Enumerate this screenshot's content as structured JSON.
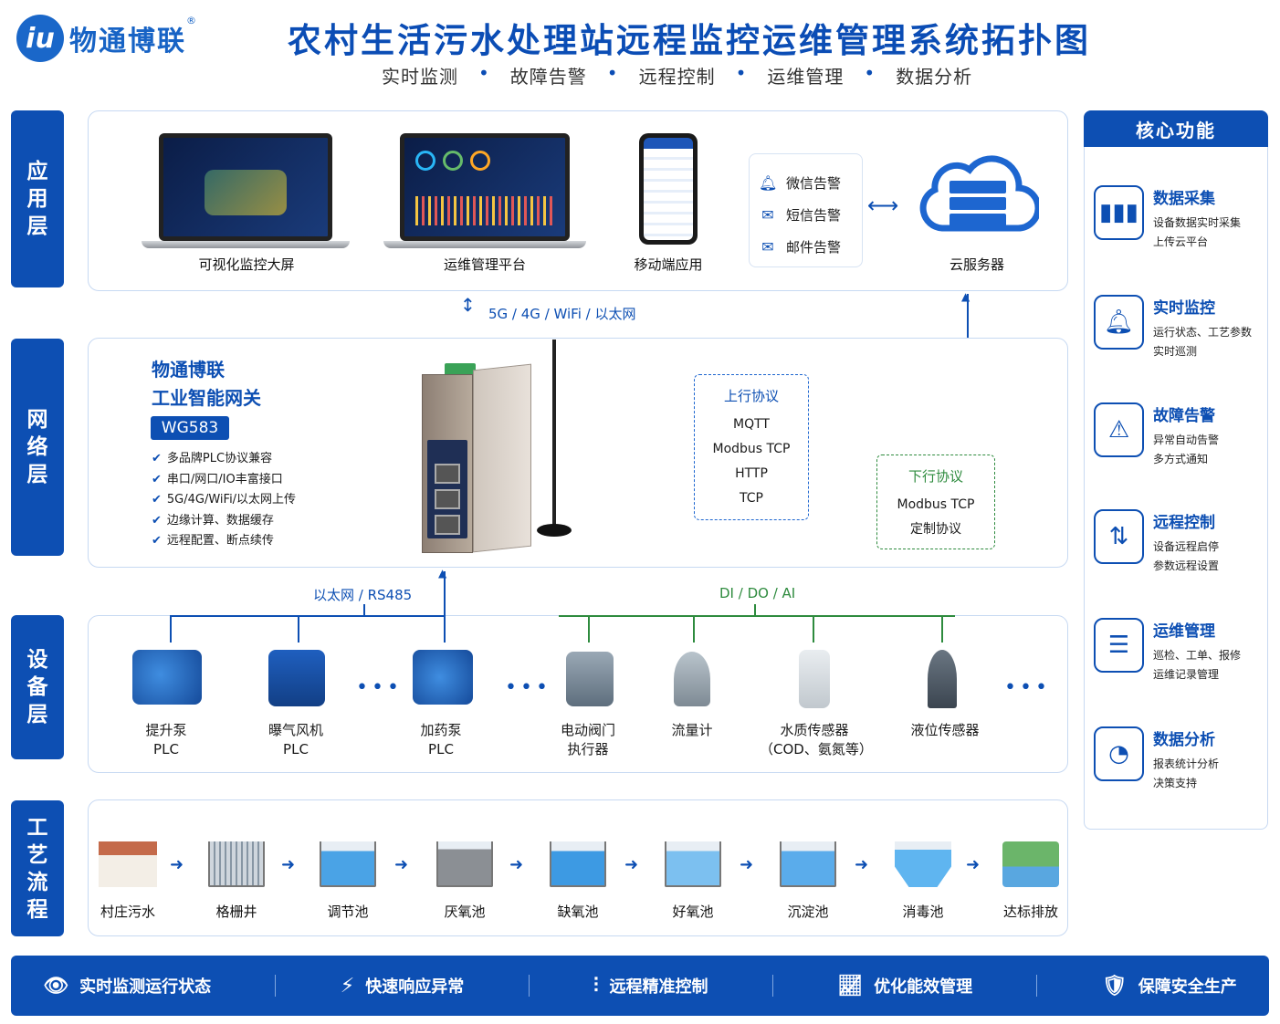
{
  "logo": {
    "text": "物通博联",
    "reg": "®"
  },
  "title": "农村生活污水处理站远程监控运维管理系统拓扑图",
  "subtitle": [
    "实时监测",
    "故障告警",
    "远程控制",
    "运维管理",
    "数据分析"
  ],
  "subtitle_sep": "•",
  "layers": [
    "应用层",
    "网络层",
    "设备层",
    "工艺流程"
  ],
  "app": {
    "screen_label": "可视化监控大屏",
    "platform_label": "运维管理平台",
    "mobile_label": "移动端应用",
    "alerts": [
      "微信告警",
      "短信告警",
      "邮件告警"
    ],
    "cloud_label": "云服务器"
  },
  "network_link": "5G / 4G / WiFi / 以太网",
  "gateway": {
    "title1": "物通博联",
    "title2": "工业智能网关",
    "model": "WG583",
    "features": [
      "多品牌PLC协议兼容",
      "串口/网口/IO丰富接口",
      "5G/4G/WiFi/以太网上传",
      "边缘计算、数据缓存",
      "远程配置、断点续传"
    ],
    "check": "✔"
  },
  "uplink": {
    "title": "上行协议",
    "items": [
      "MQTT",
      "Modbus TCP",
      "HTTP",
      "TCP"
    ]
  },
  "downlink": {
    "title": "下行协议",
    "items": [
      "Modbus TCP",
      "定制协议"
    ]
  },
  "bus_left": "以太网 / RS485",
  "bus_right": "DI / DO / AI",
  "devices": [
    {
      "l1": "提升泵",
      "l2": "PLC"
    },
    {
      "l1": "曝气风机",
      "l2": "PLC"
    },
    {
      "l1": "加药泵",
      "l2": "PLC"
    },
    {
      "l1": "电动阀门",
      "l2": "执行器"
    },
    {
      "l1": "流量计",
      "l2": ""
    },
    {
      "l1": "水质传感器",
      "l2": "（COD、氨氮等）"
    },
    {
      "l1": "液位传感器",
      "l2": ""
    }
  ],
  "ellipsis": "•••",
  "process": [
    "村庄污水",
    "格栅井",
    "调节池",
    "厌氧池",
    "缺氧池",
    "好氧池",
    "沉淀池",
    "消毒池",
    "达标排放"
  ],
  "core": {
    "title": "核心功能",
    "items": [
      {
        "title": "数据采集",
        "d1": "设备数据实时采集",
        "d2": "上传云平台",
        "icon": "bar-chart-icon"
      },
      {
        "title": "实时监控",
        "d1": "运行状态、工艺参数",
        "d2": "实时巡测",
        "icon": "bell-icon"
      },
      {
        "title": "故障告警",
        "d1": "异常自动告警",
        "d2": "多方式通知",
        "icon": "warning-icon"
      },
      {
        "title": "远程控制",
        "d1": "设备远程启停",
        "d2": "参数远程设置",
        "icon": "updown-icon"
      },
      {
        "title": "运维管理",
        "d1": "巡检、工单、报修",
        "d2": "运维记录管理",
        "icon": "clipboard-icon"
      },
      {
        "title": "数据分析",
        "d1": "报表统计分析",
        "d2": "决策支持",
        "icon": "pie-icon"
      }
    ]
  },
  "bottom": [
    "实时监测运行状态",
    "快速响应异常",
    "远程精准控制",
    "优化能效管理",
    "保障安全生产"
  ],
  "colors": {
    "brand": "#0d4fb3",
    "green": "#2e8b3e",
    "border": "#c7d9f2"
  }
}
